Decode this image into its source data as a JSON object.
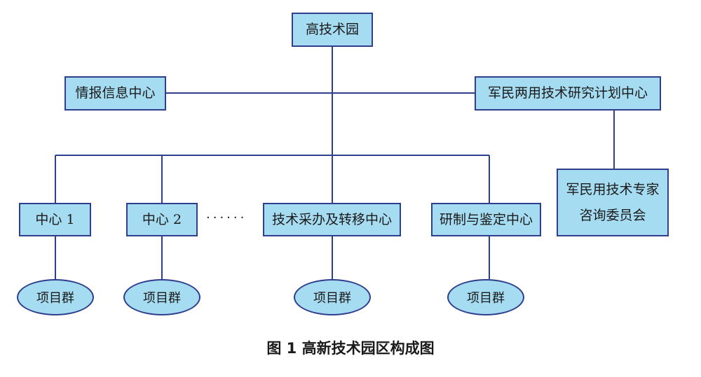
{
  "diagram": {
    "root": "高技术园",
    "left_branch": "情报信息中心",
    "right_branch": "军民两用技术研究计划中心",
    "expert_committee": [
      "军民用技术专家",
      "咨询委员会"
    ],
    "centers": [
      "中心 1",
      "中心 2",
      "技术采办及转移中心",
      "研制与鉴定中心"
    ],
    "ellipsis": "······",
    "project_group_label": "项目群"
  },
  "caption": "图 1  高新技术园区构成图",
  "colors": {
    "box_fill": "#a6dcf1",
    "box_border": "#2f3f8e",
    "line": "#2f3f8e"
  }
}
